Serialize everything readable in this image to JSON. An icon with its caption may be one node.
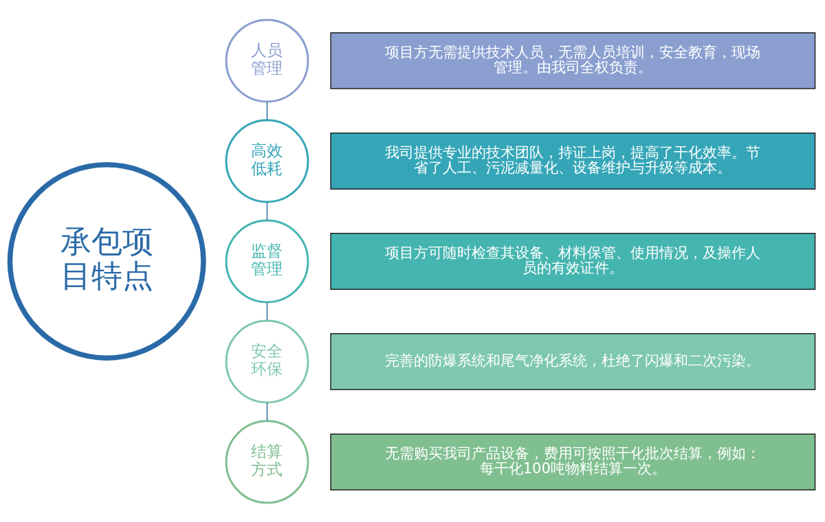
{
  "diagram": {
    "nodes": [
      {
        "text": [
          "承包项目特点"
        ]
      },
      {
        "text": [
          "人员管理"
        ]
      },
      {
        "text": [
          "项目方无需提供技术人员，无需人员培训，安全教育，现场管理。由我司全权负责。"
        ]
      },
      {
        "text": [
          "高效低耗"
        ]
      },
      {
        "text": [
          "我司提供专业的技术团队，持证上岗，提高了干化效率。节省了人工、污泥减量化、设备维护与升级等成本。"
        ]
      },
      {
        "text": [
          "监督管理"
        ]
      },
      {
        "text": [
          "项目方可随时检查其设备、材料保管、使用情况，及操作人员的有效证件。"
        ]
      },
      {
        "text": [
          "安全环保"
        ]
      },
      {
        "text": [
          "完善的防爆系统和尾气净化系统，杜绝了闪爆和二次污染。"
        ]
      },
      {
        "text": [
          "结算方式"
        ]
      },
      {
        "text": [
          "无需购买我司产品设备，费用可按照干化批次结算，例如：每干化100吨物料结算一次。"
        ]
      }
    ],
    "edges": [
      {
        "from": 1,
        "to": 3,
        "arrow": "none",
        "color": "#2e6ca4"
      },
      {
        "from": 3,
        "to": 5,
        "arrow": "none",
        "color": "#2e6ca4"
      },
      {
        "from": 5,
        "to": 7,
        "arrow": "none",
        "color": "#2e6ca4"
      },
      {
        "from": 7,
        "to": 9,
        "arrow": "none",
        "color": "#2e6ca4"
      }
    ]
  }
}
